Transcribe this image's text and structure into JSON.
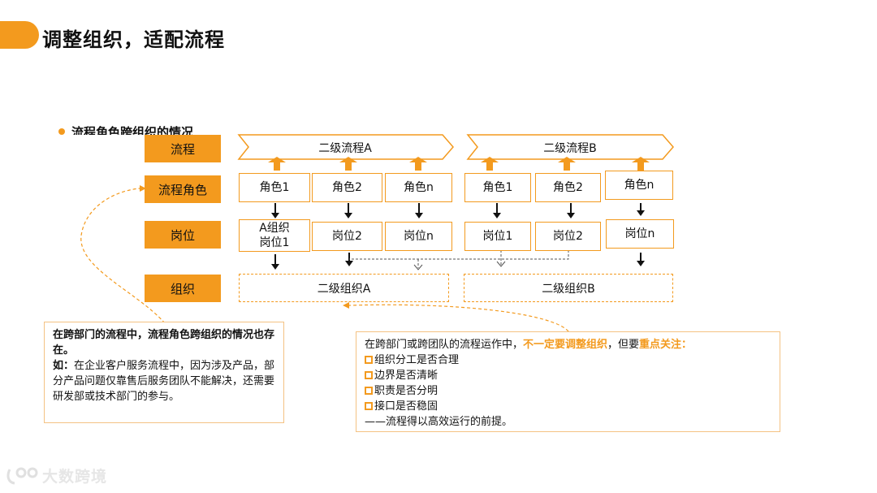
{
  "title": "调整组织，适配流程",
  "bullet": "流程角色跨组织的情况",
  "rows": {
    "process": "流程",
    "role": "流程角色",
    "post": "岗位",
    "org": "组织"
  },
  "processes": {
    "a": "二级流程A",
    "b": "二级流程B"
  },
  "roles": [
    "角色1",
    "角色2",
    "角色n",
    "角色1",
    "角色2",
    "角色n"
  ],
  "posts": [
    "A组织\n岗位1",
    "岗位2",
    "岗位n",
    "岗位1",
    "岗位2",
    "岗位n"
  ],
  "orgs": {
    "a": "二级组织A",
    "b": "二级组织B"
  },
  "note_left": {
    "heading": "在跨部门的流程中，流程角色跨组织的情况也存在。",
    "example_label": "如：",
    "example_text": "在企业客户服务流程中，因为涉及产品，部分产品问题仅靠售后服务团队不能解决，还需要研发部或技术部门的参与。"
  },
  "note_right": {
    "intro": "在跨部门或跨团队的流程运作中，",
    "hl1": "不一定要调整组织",
    "mid": "，但要",
    "hl2": "重点关注：",
    "items": [
      "组织分工是否合理",
      "边界是否清晰",
      "职责是否分明",
      "接口是否稳固"
    ],
    "footer": "——流程得以高效运行的前提。"
  },
  "watermark": "大数跨境",
  "colors": {
    "accent": "#f39a1e"
  },
  "icons": {
    "watermark": "watermark-logo-icon",
    "up_arrow": "up-arrow-icon",
    "down_arrow": "down-arrow-icon"
  }
}
